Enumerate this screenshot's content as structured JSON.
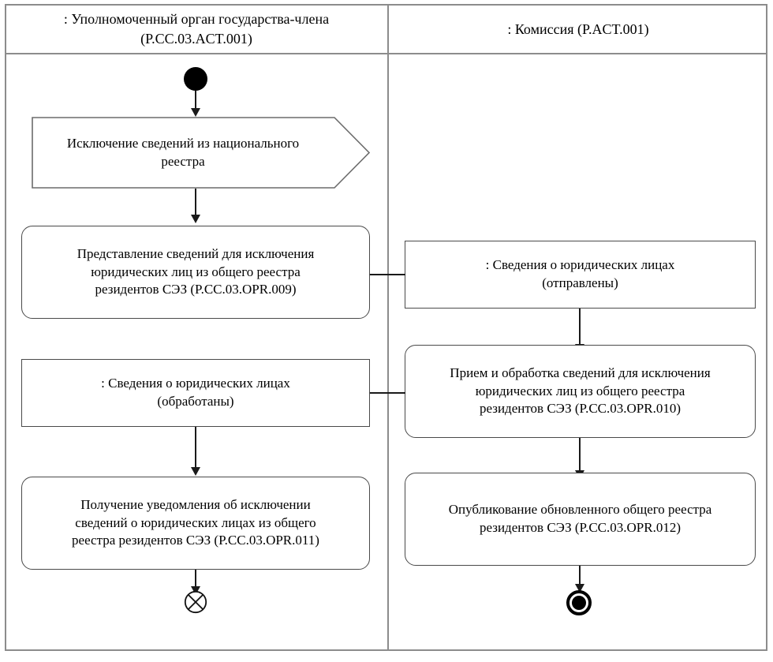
{
  "diagram": {
    "type": "uml-activity-diagram",
    "title": "",
    "lanes": [
      {
        "id": "lane-member-state-body",
        "label": ": Уполномоченный орган государства-члена\n(P.CC.03.ACT.001)"
      },
      {
        "id": "lane-commission",
        "label": ": Комиссия (P.ACT.001)"
      }
    ],
    "nodes": [
      {
        "id": "initial-node",
        "lane": "lane-member-state-body",
        "kind": "initial",
        "label": ""
      },
      {
        "id": "signal-exclusion-national-registry",
        "lane": "lane-member-state-body",
        "kind": "send-signal",
        "label": "Исключение сведений из национального\nреестра"
      },
      {
        "id": "action-opr-009",
        "lane": "lane-member-state-body",
        "kind": "action",
        "label": "Представление сведений для исключения\nюридических лиц из общего реестра\nрезидентов СЭЗ (P.CC.03.OPR.009)"
      },
      {
        "id": "object-legal-entities-sent",
        "lane": "lane-commission",
        "kind": "object",
        "label": ": Сведения о юридических лицах\n(отправлены)"
      },
      {
        "id": "action-opr-010",
        "lane": "lane-commission",
        "kind": "action",
        "label": "Прием и обработка сведений для исключения\nюридических лиц из общего реестра\nрезидентов СЭЗ (P.CC.03.OPR.010)"
      },
      {
        "id": "object-legal-entities-processed",
        "lane": "lane-member-state-body",
        "kind": "object",
        "label": ": Сведения о юридических лицах\n(обработаны)"
      },
      {
        "id": "action-opr-011",
        "lane": "lane-member-state-body",
        "kind": "action",
        "label": "Получение уведомления об исключении\nсведений о юридических лицах из общего\nреестра резидентов СЭЗ (P.CC.03.OPR.011)"
      },
      {
        "id": "action-opr-012",
        "lane": "lane-commission",
        "kind": "action",
        "label": "Опубликование обновленного общего реестра\nрезидентов СЭЗ (P.CC.03.OPR.012)"
      },
      {
        "id": "flow-final-node",
        "lane": "lane-member-state-body",
        "kind": "flow-final",
        "label": ""
      },
      {
        "id": "activity-final-node",
        "lane": "lane-commission",
        "kind": "activity-final",
        "label": ""
      }
    ],
    "edges": [
      {
        "from": "initial-node",
        "to": "signal-exclusion-national-registry",
        "arrow": true
      },
      {
        "from": "signal-exclusion-national-registry",
        "to": "action-opr-009",
        "arrow": true
      },
      {
        "from": "action-opr-009",
        "to": "object-legal-entities-sent",
        "arrow": false
      },
      {
        "from": "object-legal-entities-sent",
        "to": "action-opr-010",
        "arrow": true
      },
      {
        "from": "action-opr-010",
        "to": "object-legal-entities-processed",
        "arrow": false
      },
      {
        "from": "object-legal-entities-processed",
        "to": "action-opr-011",
        "arrow": true
      },
      {
        "from": "action-opr-010",
        "to": "action-opr-012",
        "arrow": true
      },
      {
        "from": "action-opr-011",
        "to": "flow-final-node",
        "arrow": true
      },
      {
        "from": "action-opr-012",
        "to": "activity-final-node",
        "arrow": true
      }
    ],
    "colors": {
      "frame": "#8c8c8c",
      "node_border": "#4a4a4a",
      "edge": "#1a1a1a",
      "fill": "#ffffff",
      "text": "#000000"
    }
  }
}
